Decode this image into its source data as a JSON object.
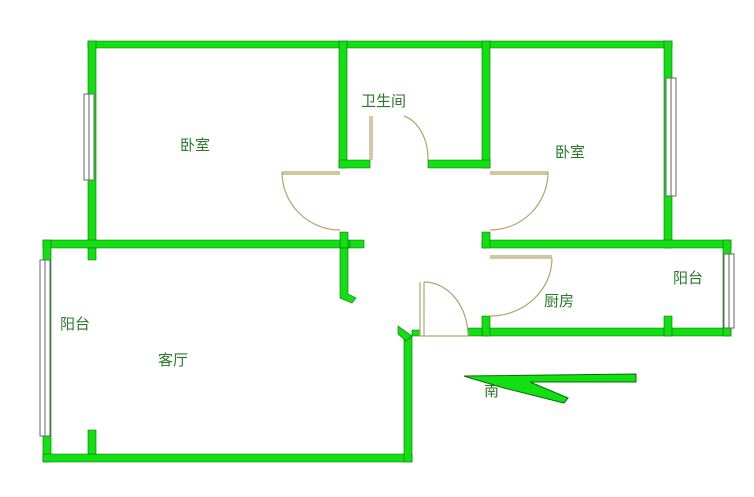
{
  "colors": {
    "wall": "#13e013",
    "wall_edge": "#0a6b0a",
    "door": "#b7a36a",
    "window": "#666666",
    "text": "#2a7a2a"
  },
  "rooms": {
    "bedroom_left": "卧室",
    "bathroom": "卫生间",
    "bedroom_right": "卧室",
    "balcony_right": "阳台",
    "kitchen": "厨房",
    "balcony_left": "阳台",
    "living_room": "客厅"
  },
  "compass": {
    "label": "南",
    "icon": "south-arrow-icon"
  }
}
